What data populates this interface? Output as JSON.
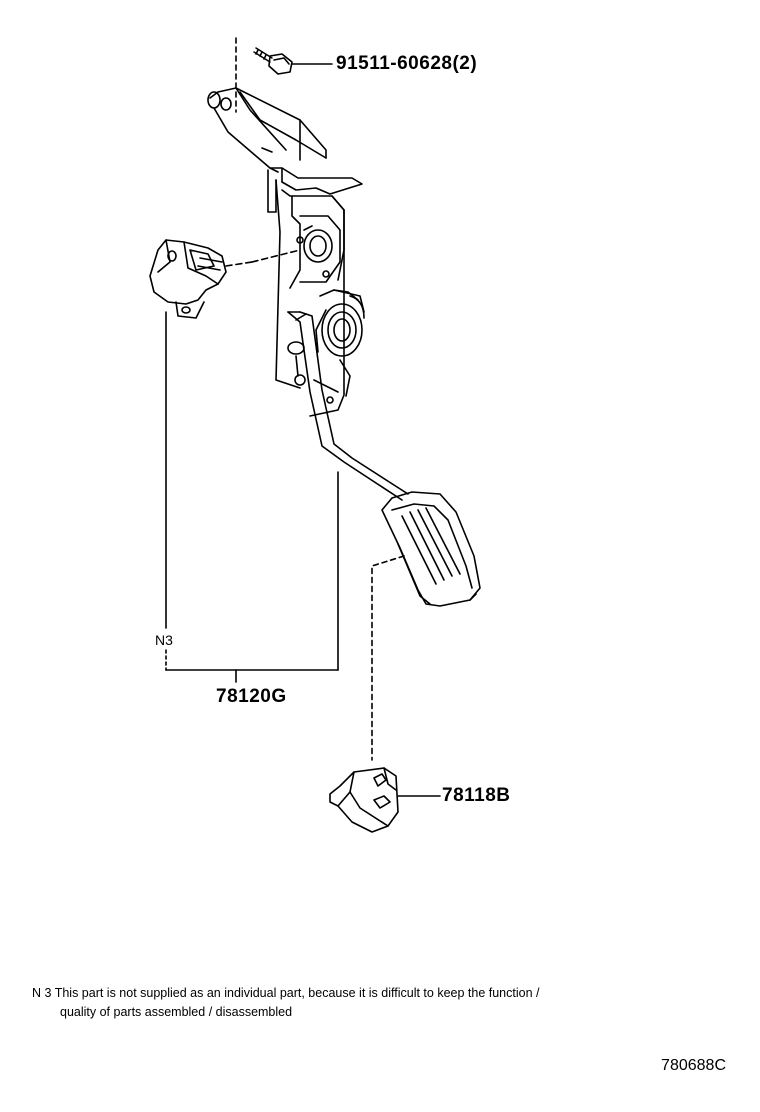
{
  "callouts": {
    "bolt": "91511-60628(2)",
    "pedal_assy": "78120G",
    "stopper": "78118B"
  },
  "note_marker": "N3",
  "footnote": {
    "line1": "N 3  This part is not supplied as an individual part, because it is difficult to keep the function /",
    "line2": "quality of parts assembled / disassembled"
  },
  "drawing_id": "780688C"
}
